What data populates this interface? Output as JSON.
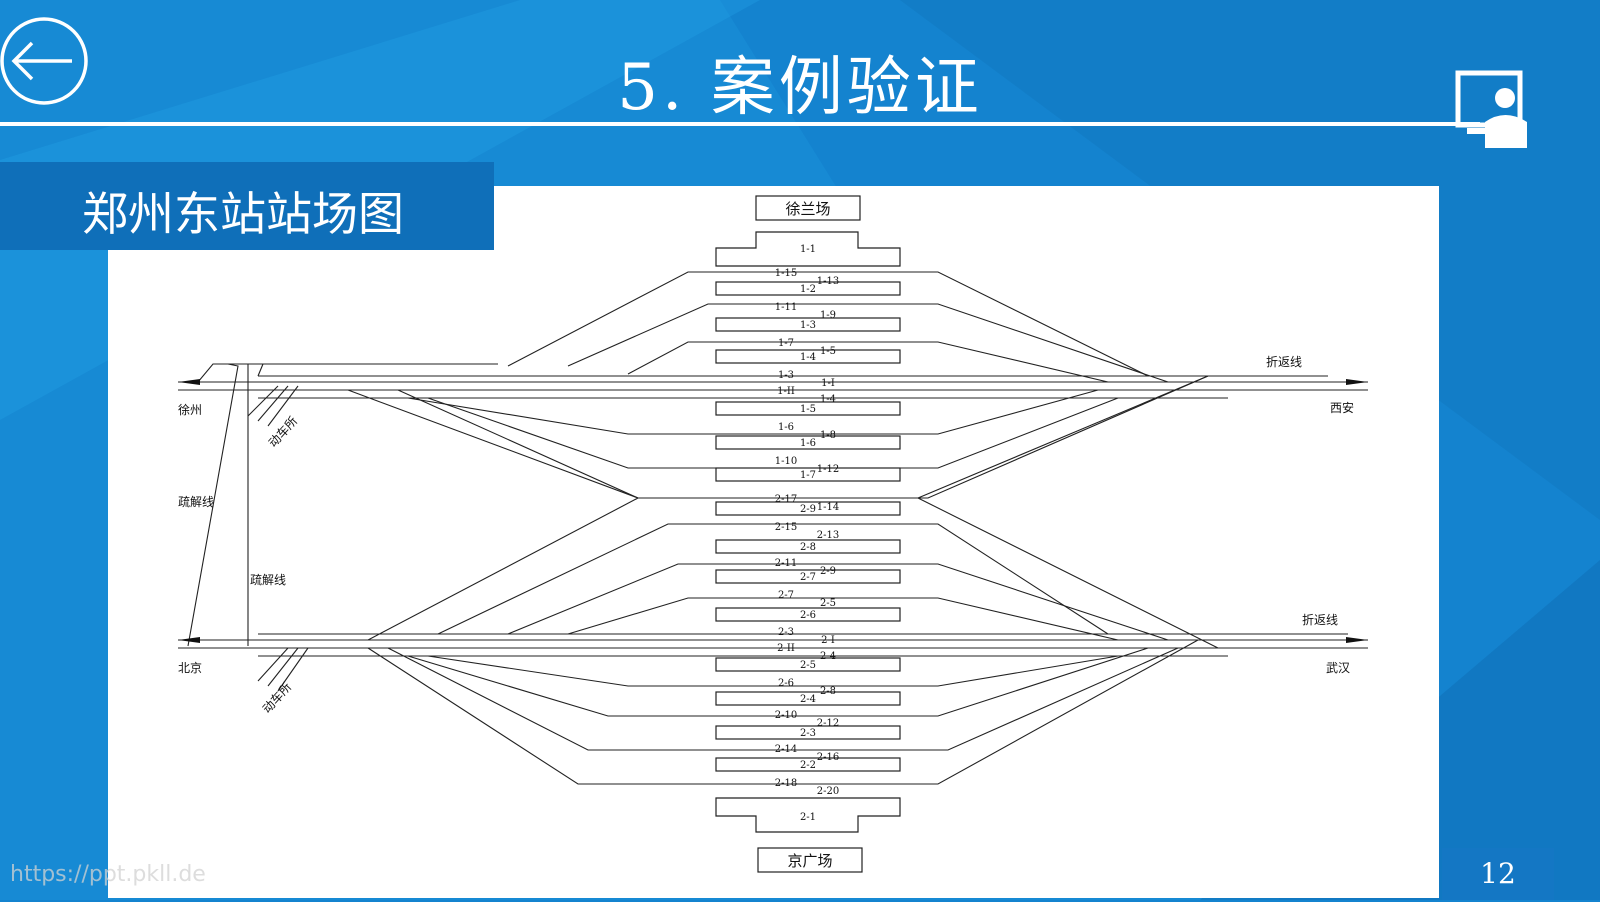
{
  "header": {
    "title": "5.  案例验证",
    "back_icon": "back-arrow-icon",
    "presenter_icon": "presenter-board-icon"
  },
  "section": {
    "subtitle": "郑州东站站场图"
  },
  "diagram": {
    "yard_top": "徐兰场",
    "yard_bottom": "京广场",
    "platforms": [
      "1-1",
      "1-2",
      "1-3",
      "1-4",
      "1-5",
      "1-6",
      "1-7",
      "2-9",
      "2-8",
      "2-7",
      "2-6",
      "2-5",
      "2-4",
      "2-3",
      "2-2",
      "2-1"
    ],
    "track_labels_left": [
      "1-15",
      "1-11",
      "1-7",
      "1-3",
      "1-II",
      "1-6",
      "1-10",
      "2-17",
      "2-15",
      "2-11",
      "2-7",
      "2-3",
      "2-II",
      "2-6",
      "2-10",
      "2-14",
      "2-18"
    ],
    "track_labels_right": [
      "1-13",
      "1-9",
      "1-5",
      "1-I",
      "1-4",
      "1-8",
      "1-12",
      "1-14",
      "2-13",
      "2-9",
      "2-5",
      "2-I",
      "2-4",
      "2-8",
      "2-12",
      "2-16",
      "2-20"
    ],
    "places": {
      "xuzhou": "徐州",
      "xian": "西安",
      "beijing": "北京",
      "wuhan": "武汉",
      "depot": "动车所",
      "connector": "疏解线",
      "turnback": "折返线"
    }
  },
  "footer": {
    "page_number": "12",
    "watermark": "https://ppt.pkll.de"
  },
  "colors": {
    "background": "#1483cf",
    "panel": "#0f6fb9"
  }
}
